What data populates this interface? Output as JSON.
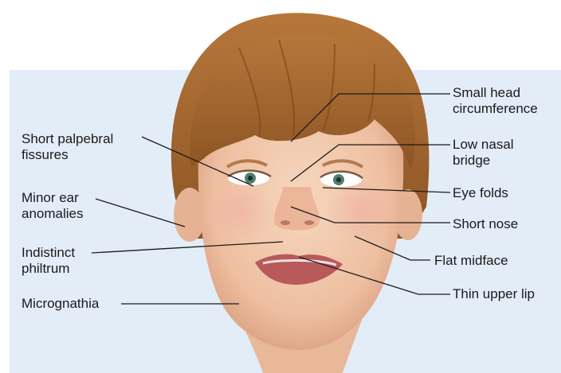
{
  "colors": {
    "panel": "#e3edf8",
    "hair": "#a8682f",
    "skin": "#f2c7a8",
    "line": "#1a1a1a"
  },
  "labels": {
    "small_head": "Small head\ncircumference",
    "short_palpebral": "Short palpebral\nfissures",
    "low_nasal": "Low nasal\nbridge",
    "eye_folds": "Eye folds",
    "minor_ear": "Minor ear\nanomalies",
    "short_nose": "Short nose",
    "indistinct_philtrum": "Indistinct\nphiltrum",
    "flat_midface": "Flat midface",
    "thin_upper_lip": "Thin upper lip",
    "micrognathia": "Micrognathia"
  }
}
